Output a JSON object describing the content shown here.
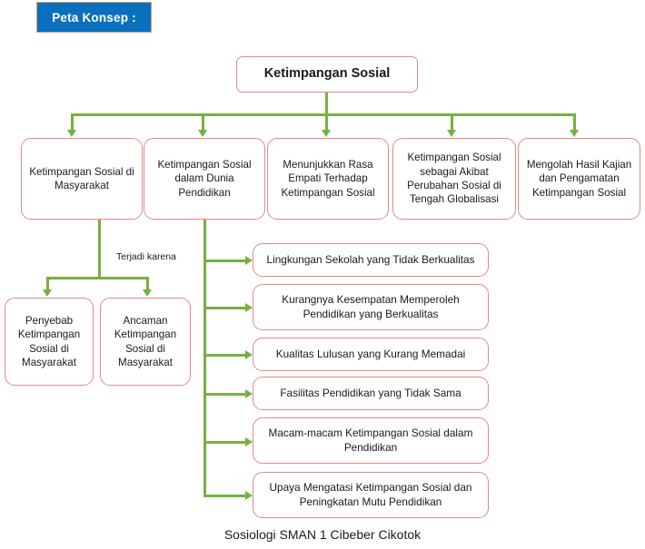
{
  "header": {
    "label": "Peta Konsep :"
  },
  "root": {
    "label": "Ketimpangan Sosial"
  },
  "level2": [
    {
      "label": "Ketimpangan Sosial di Masyarakat"
    },
    {
      "label": "Ketimpangan Sosial dalam Dunia Pendidikan"
    },
    {
      "label": "Menunjukkan Rasa Empati Terhadap Ketimpangan Sosial"
    },
    {
      "label": "Ketimpangan Sosial sebagai Akibat Perubahan Sosial di Tengah Globalisasi"
    },
    {
      "label": "Mengolah Hasil Kajian dan Pengamatan Ketimpangan Sosial"
    }
  ],
  "branch_label": {
    "text": "Terjadi karena"
  },
  "level3_masyarakat": [
    {
      "label": "Penyebab Ketimpangan Sosial di Masyarakat"
    },
    {
      "label": "Ancaman Ketimpangan Sosial di Masyarakat"
    }
  ],
  "level3_pendidikan": [
    {
      "label": "Lingkungan Sekolah yang Tidak Berkualitas"
    },
    {
      "label": "Kurangnya Kesempatan Memperoleh Pendidikan yang Berkualitas"
    },
    {
      "label": "Kualitas Lulusan yang Kurang Memadai"
    },
    {
      "label": "Fasilitas Pendidikan yang Tidak Sama"
    },
    {
      "label": "Macam-macam Ketimpangan Sosial dalam Pendidikan"
    },
    {
      "label": "Upaya Mengatasi Ketimpangan Sosial dan Peningkatan Mutu Pendidikan"
    }
  ],
  "footer": {
    "text": "Sosiologi SMAN 1 Cibeber Cikotok"
  },
  "colors": {
    "header_fill": "#0a70bd",
    "header_border": "#d9a06a",
    "node_border": "#e08b84",
    "connector": "#76b043",
    "text": "#1a1a1a"
  }
}
